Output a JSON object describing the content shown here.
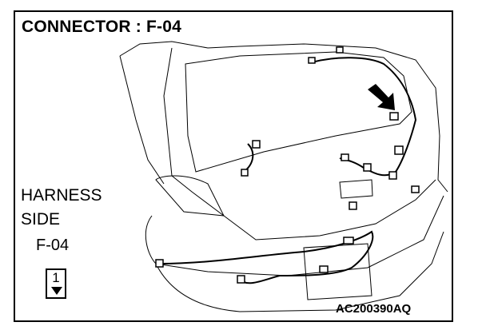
{
  "title": "CONNECTOR : F-04",
  "harness_label_line1": "HARNESS",
  "harness_label_line2": "SIDE",
  "connector_id": "F-04",
  "pin_number": "1",
  "figure_code": "AC200390AQ"
}
